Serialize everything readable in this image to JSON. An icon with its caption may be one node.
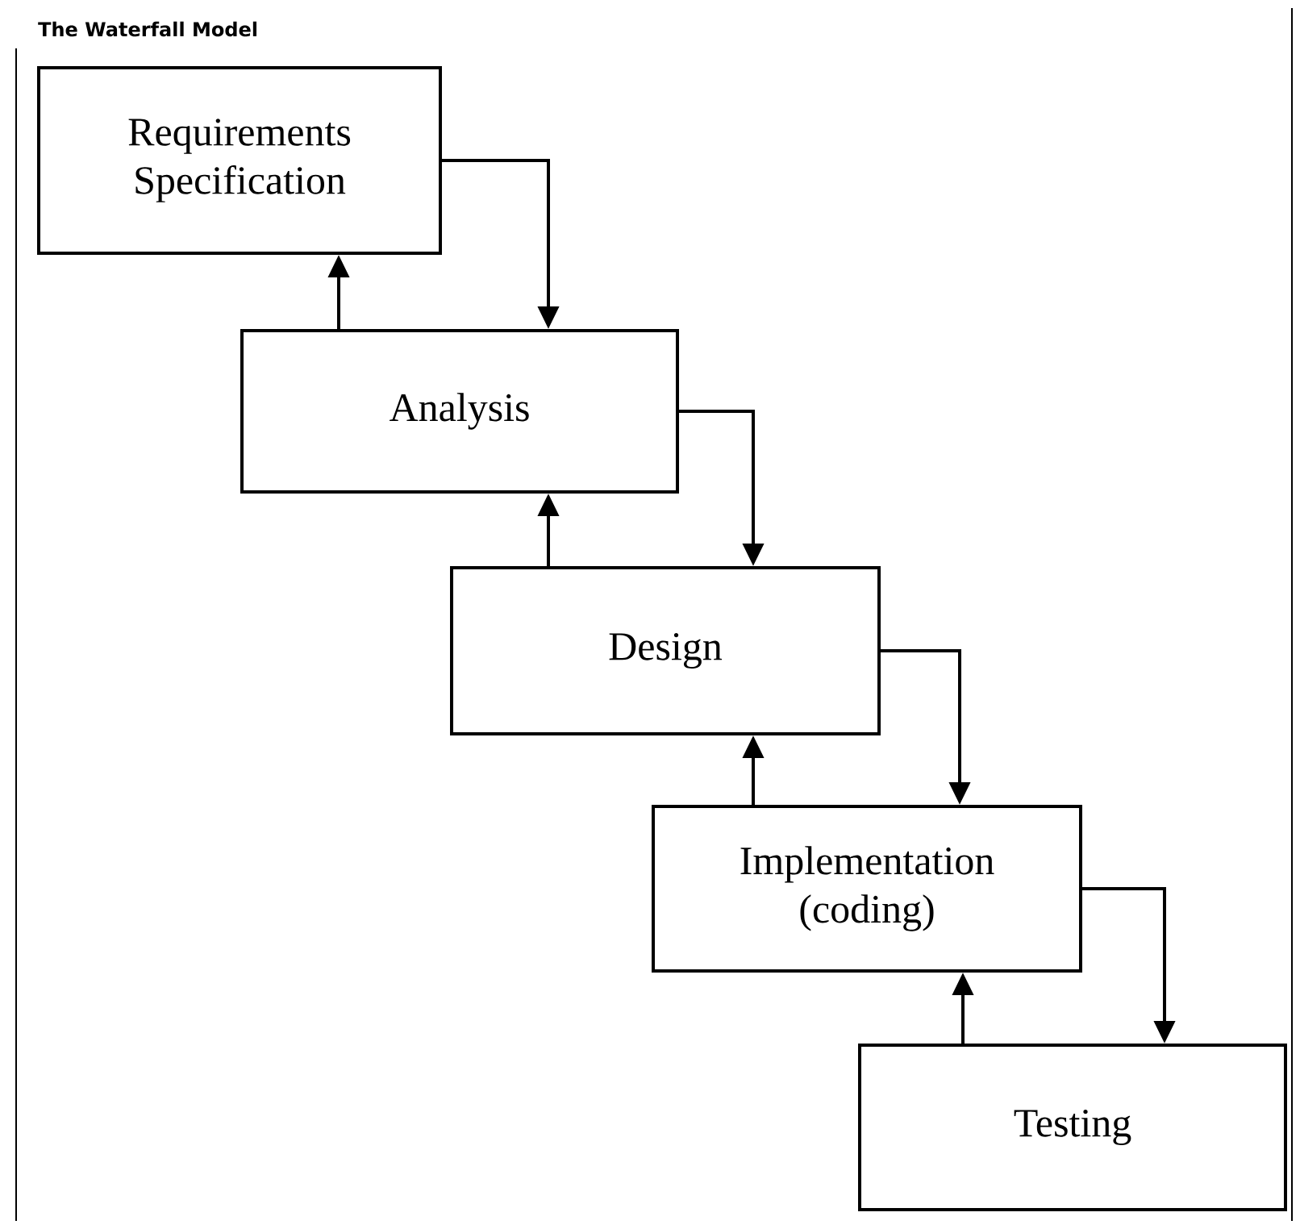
{
  "diagram": {
    "title": "The Waterfall Model",
    "nodes": [
      {
        "text": [
          "Requirements Specification"
        ]
      },
      {
        "text": [
          "Analysis"
        ]
      },
      {
        "text": [
          "Design"
        ]
      },
      {
        "text": [
          "Implementation (coding)"
        ]
      },
      {
        "text": [
          "Testing"
        ]
      }
    ],
    "edges": [
      {
        "from": 0,
        "to": 1,
        "arrow": "to"
      },
      {
        "from": 1,
        "to": 0,
        "arrow": "to"
      },
      {
        "from": 1,
        "to": 2,
        "arrow": "to"
      },
      {
        "from": 2,
        "to": 1,
        "arrow": "to"
      },
      {
        "from": 2,
        "to": 3,
        "arrow": "to"
      },
      {
        "from": 3,
        "to": 2,
        "arrow": "to"
      },
      {
        "from": 3,
        "to": 4,
        "arrow": "to"
      },
      {
        "from": 4,
        "to": 3,
        "arrow": "to"
      }
    ]
  }
}
